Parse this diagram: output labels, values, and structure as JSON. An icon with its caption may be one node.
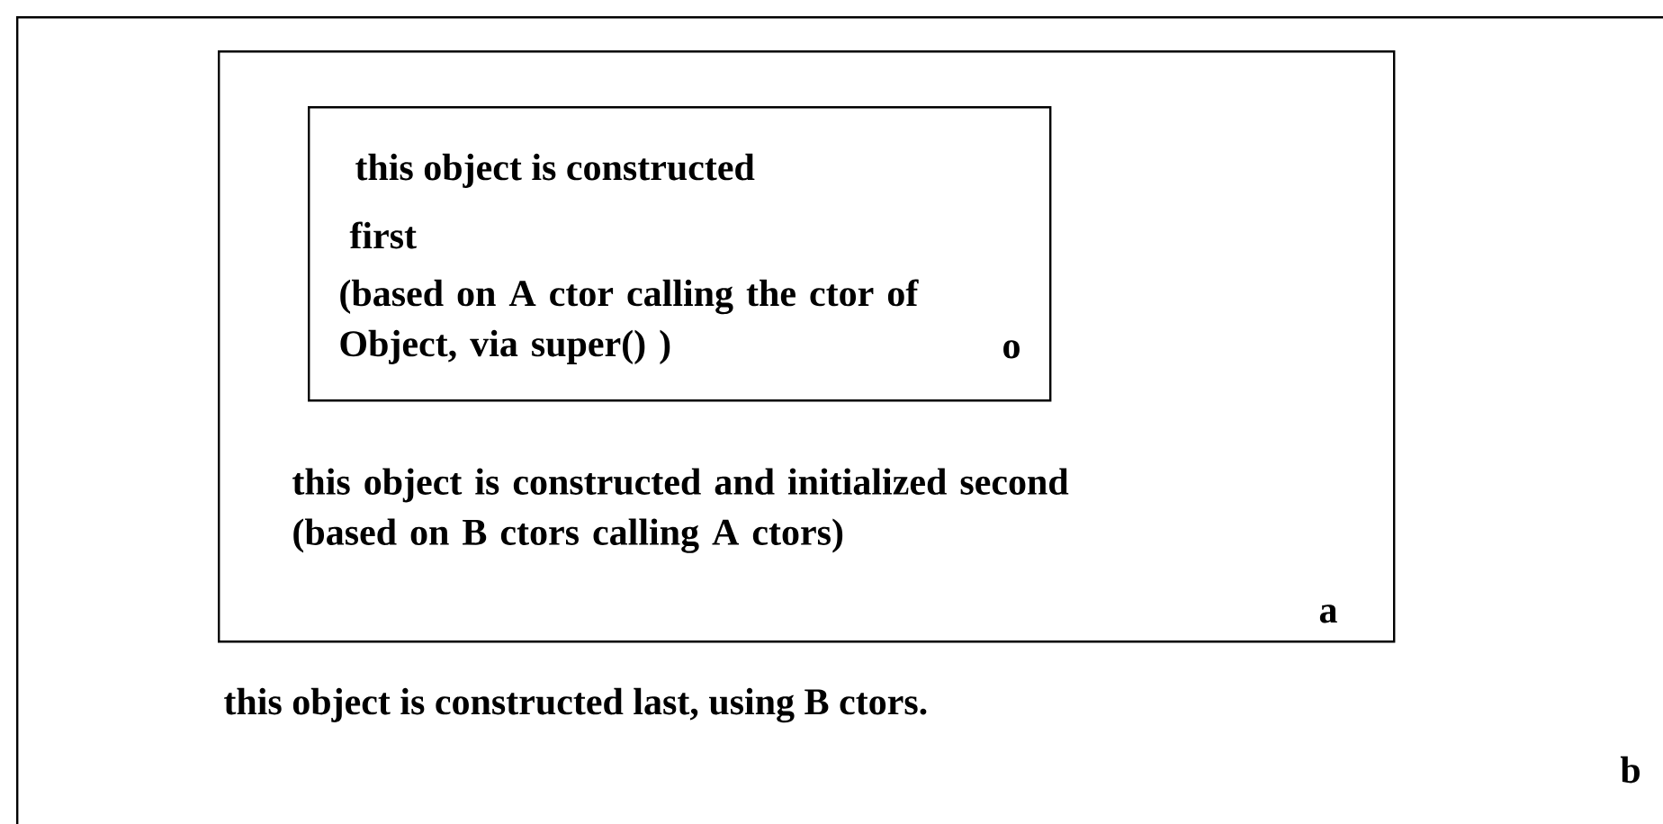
{
  "diagram": {
    "nodes": [
      {
        "text": [
          "this object is constructed last, using B ctors.",
          "b"
        ]
      },
      {
        "text": [
          "this object is constructed and initialized second (based on B ctors calling A ctors)",
          "a"
        ],
        "in": 0
      },
      {
        "text": [
          "this object is constructed",
          "first",
          "(based on A ctor calling the ctor of Object, via super() )",
          "o"
        ],
        "in": 1
      }
    ]
  }
}
